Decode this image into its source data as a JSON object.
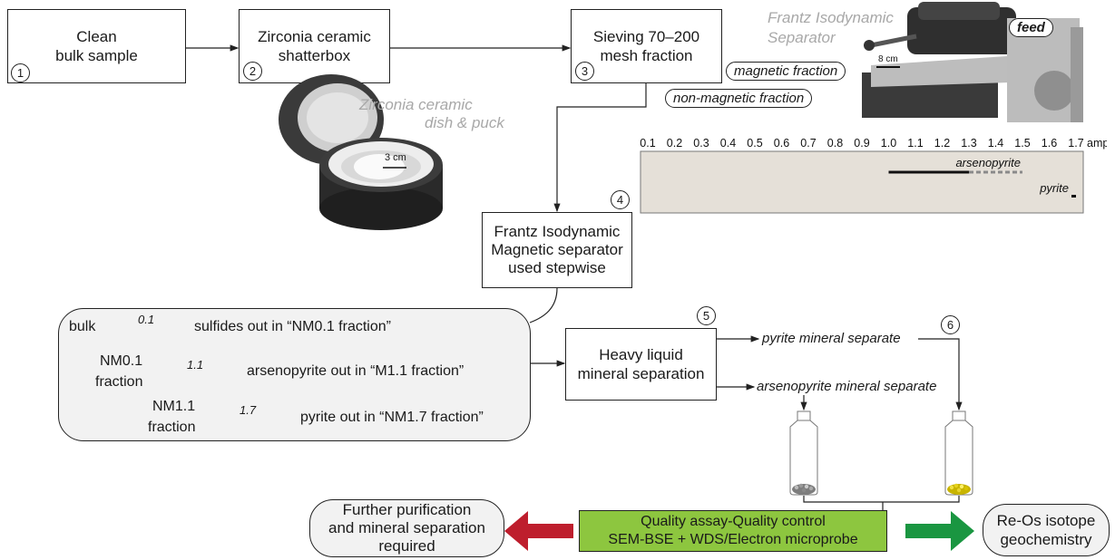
{
  "steps": {
    "clean": {
      "num": "1",
      "line1": "Clean",
      "line2": "bulk sample"
    },
    "shatter": {
      "num": "2",
      "line1": "Zirconia ceramic",
      "line2": "shatterbox"
    },
    "sieve": {
      "num": "3",
      "line1": "Sieving 70–200",
      "line2": "mesh fraction"
    },
    "frantz": {
      "num": "4",
      "line1": "Frantz Isodynamic",
      "line2": "Magnetic separator",
      "line3": "used stepwise"
    },
    "heavy": {
      "num": "5",
      "line1": "Heavy liquid",
      "line2": "mineral separation"
    },
    "separates_num": "6",
    "qaqc": {
      "line1": "Quality assay-Quality control",
      "line2": "SEM-BSE + WDS/Electron microprobe"
    },
    "further": {
      "line1": "Further purification",
      "line2": "and mineral separation",
      "line3": "required"
    },
    "reos": {
      "line1": "Re-Os isotope",
      "line2": "geochemistry"
    }
  },
  "photo_labels": {
    "dish": {
      "line1": "Zirconia ceramic",
      "line2": "dish & puck"
    },
    "scale_dish": "3 cm",
    "frantz": {
      "line1": "Frantz Isodynamic",
      "line2": "Separator"
    },
    "feed": "feed",
    "magnetic": "magnetic fraction",
    "nonmagnetic": "non-magnetic fraction",
    "scale_frantz": "8 cm"
  },
  "separates": {
    "pyrite": "pyrite mineral separate",
    "arsenopyrite": "arsenopyrite mineral separate"
  },
  "fractions": {
    "row1": {
      "from": "bulk",
      "amp": "0.1",
      "result": "sulfides out in “NM0.1 fraction”"
    },
    "row2": {
      "from1": "NM0.1",
      "from2": "fraction",
      "amp": "1.1",
      "result": "arsenopyrite out in “M1.1 fraction”"
    },
    "row3": {
      "from1": "NM1.1",
      "from2": "fraction",
      "amp": "1.7",
      "result": "pyrite out in “NM1.7 fraction”"
    }
  },
  "chart_data": {
    "type": "range",
    "x_ticks": [
      "0.1",
      "0.2",
      "0.3",
      "0.4",
      "0.5",
      "0.6",
      "0.7",
      "0.8",
      "0.9",
      "1.0",
      "1.1",
      "1.2",
      "1.3",
      "1.4",
      "1.5",
      "1.6",
      "1.7"
    ],
    "unit": "amp",
    "xlim": [
      0.1,
      1.7
    ],
    "series": [
      {
        "name": "arsenopyrite",
        "solid": [
          1.0,
          1.3
        ],
        "dashed": [
          1.3,
          1.5
        ]
      },
      {
        "name": "pyrite",
        "solid": [
          1.7,
          1.7
        ]
      }
    ]
  },
  "colors": {
    "qaqc_fill": "#8dc63f",
    "red_arrow": "#be1e2d",
    "green_arrow": "#1a9641",
    "chart_bg": "#e5e0d8",
    "rounded_box_bg": "#f2f2f2"
  }
}
